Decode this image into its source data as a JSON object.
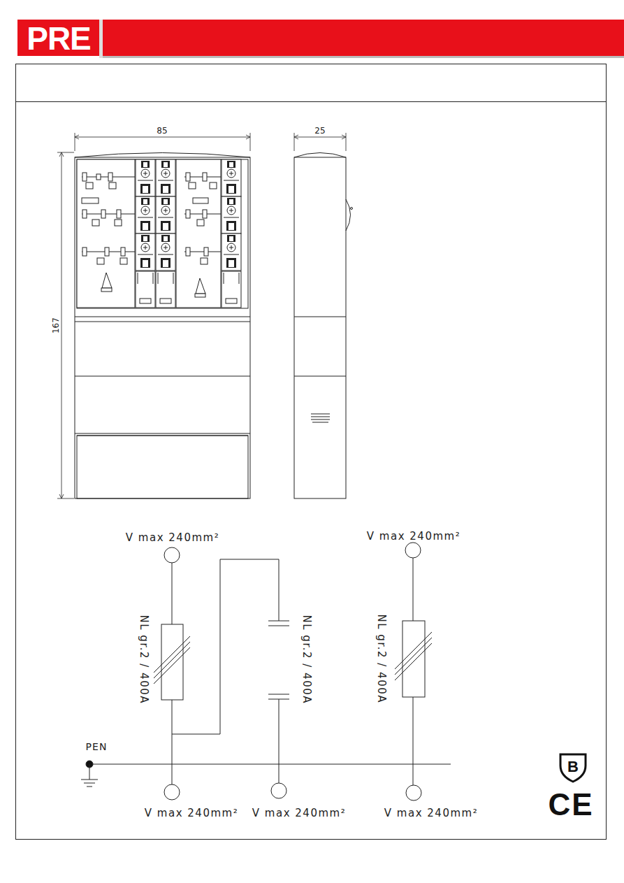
{
  "diagram": {
    "labels": [
      "PRE",
      "85",
      "167",
      "25",
      "V max 240mm²",
      "V max 240mm²",
      "NL gr.2 / 400A",
      "NL gr.2 / 400A",
      "NL gr.2 / 400A",
      "PEN",
      "V max 240mm²",
      "V max 240mm²",
      "V max 240mm²",
      "B",
      "CE"
    ]
  }
}
